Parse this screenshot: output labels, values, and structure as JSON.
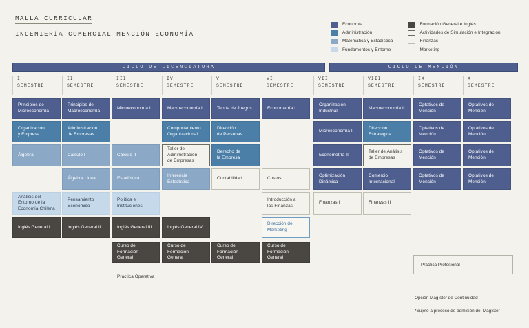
{
  "header": {
    "title_line1": "MALLA CURRICULAR",
    "title_line2": "INGENIERÍA COMERCIAL MENCIÓN ECONOMÍA"
  },
  "legend": {
    "left": [
      {
        "label": "Economía",
        "color": "#4e5e8e",
        "style": "solid"
      },
      {
        "label": "Administración",
        "color": "#4b7fa8",
        "style": "solid"
      },
      {
        "label": "Matemática y Estadística",
        "color": "#8ba9c6",
        "style": "solid"
      },
      {
        "label": "Fundamentos y Entorno",
        "color": "#c6d9ea",
        "style": "solid"
      }
    ],
    "right": [
      {
        "label": "Formación General e Inglés",
        "color": "#4a4742",
        "style": "solid"
      },
      {
        "label": "Actividades de Simulación e Integración",
        "color": "#6e6a60",
        "style": "outline"
      },
      {
        "label": "Finanzas",
        "color": "#c2beb3",
        "style": "outline"
      },
      {
        "label": "Marketing",
        "color": "#6e9ec4",
        "style": "outline"
      }
    ]
  },
  "banners": {
    "licenciatura": "CICLO DE LICENCIATURA",
    "mencion": "CICLO DE MENCIÓN"
  },
  "semesters": [
    {
      "roman": "I",
      "word": "SEMESTRE"
    },
    {
      "roman": "II",
      "word": "SEMESTRE"
    },
    {
      "roman": "III",
      "word": "SEMESTRE"
    },
    {
      "roman": "IV",
      "word": "SEMESTRE"
    },
    {
      "roman": "V",
      "word": "SEMESTRE"
    },
    {
      "roman": "VI",
      "word": "SEMESTRE"
    },
    {
      "roman": "VII",
      "word": "SEMESTRE"
    },
    {
      "roman": "VIII",
      "word": "SEMESTRE"
    },
    {
      "roman": "IX",
      "word": "SEMESTRE"
    },
    {
      "roman": "X",
      "word": "SEMESTRE"
    }
  ],
  "courses": [
    {
      "name": "Principios de\nMicroeconomía",
      "col": 1,
      "row": 1,
      "cat": "econ"
    },
    {
      "name": "Organización\ny Empresa",
      "col": 1,
      "row": 2,
      "cat": "admin"
    },
    {
      "name": "Álgebra",
      "col": 1,
      "row": 3,
      "cat": "mate"
    },
    {
      "name": "Análisis del\nEntorno de la\nEconomía Chilena",
      "col": 1,
      "row": 5,
      "cat": "fund"
    },
    {
      "name": "Inglés General I",
      "col": 1,
      "row": 6,
      "cat": "form"
    },
    {
      "name": "Principios de\nMacroeconomía",
      "col": 2,
      "row": 1,
      "cat": "econ"
    },
    {
      "name": "Administración\nde Empresas",
      "col": 2,
      "row": 2,
      "cat": "admin"
    },
    {
      "name": "Cálculo I",
      "col": 2,
      "row": 3,
      "cat": "mate"
    },
    {
      "name": "Álgebra Lineal",
      "col": 2,
      "row": 4,
      "cat": "mate"
    },
    {
      "name": "Pensamiento\nEconómico",
      "col": 2,
      "row": 5,
      "cat": "fund"
    },
    {
      "name": "Inglés General II",
      "col": 2,
      "row": 6,
      "cat": "form"
    },
    {
      "name": "Microeconomía I",
      "col": 3,
      "row": 1,
      "cat": "econ"
    },
    {
      "name": "Cálculo II",
      "col": 3,
      "row": 3,
      "cat": "mate"
    },
    {
      "name": "Estadística",
      "col": 3,
      "row": 4,
      "cat": "mate"
    },
    {
      "name": "Política e\nInstituciones",
      "col": 3,
      "row": 5,
      "cat": "fund"
    },
    {
      "name": "Inglés General III",
      "col": 3,
      "row": 6,
      "cat": "form"
    },
    {
      "name": "Curso de\nFormación General",
      "col": 3,
      "row": 7,
      "cat": "form"
    },
    {
      "name": "Macroeconomía I",
      "col": 4,
      "row": 1,
      "cat": "econ"
    },
    {
      "name": "Comportamiento\nOrganizacional",
      "col": 4,
      "row": 2,
      "cat": "admin"
    },
    {
      "name": "Taller de\nAdministración\nde Empresas",
      "col": 4,
      "row": 3,
      "cat": "simul"
    },
    {
      "name": "Inferencia\nEstadística",
      "col": 4,
      "row": 4,
      "cat": "mate"
    },
    {
      "name": "Inglés General IV",
      "col": 4,
      "row": 6,
      "cat": "form"
    },
    {
      "name": "Curso de\nFormación General",
      "col": 4,
      "row": 7,
      "cat": "form"
    },
    {
      "name": "Teoría de Juegos",
      "col": 5,
      "row": 1,
      "cat": "econ"
    },
    {
      "name": "Dirección\nde Personas",
      "col": 5,
      "row": 2,
      "cat": "admin"
    },
    {
      "name": "Derecho de\nla Empresa",
      "col": 5,
      "row": 3,
      "cat": "admin"
    },
    {
      "name": "Contabilidad",
      "col": 5,
      "row": 4,
      "cat": "finan"
    },
    {
      "name": "Curso de\nFormación General",
      "col": 5,
      "row": 7,
      "cat": "form"
    },
    {
      "name": "Econometría I",
      "col": 6,
      "row": 1,
      "cat": "econ"
    },
    {
      "name": "Costos",
      "col": 6,
      "row": 4,
      "cat": "finan"
    },
    {
      "name": "Introducción a\nlas Finanzas",
      "col": 6,
      "row": 5,
      "cat": "finan"
    },
    {
      "name": "Dirección de\nMarketing",
      "col": 6,
      "row": 6,
      "cat": "mkt"
    },
    {
      "name": "Curso de\nFormación General",
      "col": 6,
      "row": 7,
      "cat": "form"
    },
    {
      "name": "Organización\nIndustrial",
      "col": 7,
      "row": 1,
      "cat": "econ"
    },
    {
      "name": "Microeconomía II",
      "col": 7,
      "row": 2,
      "cat": "econ"
    },
    {
      "name": "Econometría II",
      "col": 7,
      "row": 3,
      "cat": "econ"
    },
    {
      "name": "Optimización\nDinámica",
      "col": 7,
      "row": 4,
      "cat": "econ"
    },
    {
      "name": "Finanzas I",
      "col": 7,
      "row": 5,
      "cat": "finan"
    },
    {
      "name": "Macroeconomía II",
      "col": 8,
      "row": 1,
      "cat": "econ"
    },
    {
      "name": "Dirección\nEstratégica",
      "col": 8,
      "row": 2,
      "cat": "admin"
    },
    {
      "name": "Taller de Análisis\nde Empresas",
      "col": 8,
      "row": 3,
      "cat": "simul"
    },
    {
      "name": "Comercio\nInternacional",
      "col": 8,
      "row": 4,
      "cat": "econ"
    },
    {
      "name": "Finanzas II",
      "col": 8,
      "row": 5,
      "cat": "finan"
    },
    {
      "name": "Optativos de\nMención",
      "col": 9,
      "row": 1,
      "cat": "econ"
    },
    {
      "name": "Optativos de\nMención",
      "col": 9,
      "row": 2,
      "cat": "econ"
    },
    {
      "name": "Optativos de\nMención",
      "col": 9,
      "row": 3,
      "cat": "econ"
    },
    {
      "name": "Optativos de\nMención",
      "col": 9,
      "row": 4,
      "cat": "econ"
    },
    {
      "name": "Optativos de\nMención",
      "col": 10,
      "row": 1,
      "cat": "econ"
    },
    {
      "name": "Optativos de\nMención",
      "col": 10,
      "row": 2,
      "cat": "econ"
    },
    {
      "name": "Optativos de\nMención",
      "col": 10,
      "row": 3,
      "cat": "econ"
    },
    {
      "name": "Optativos de\nMención",
      "col": 10,
      "row": 4,
      "cat": "econ"
    }
  ],
  "wide_boxes": [
    {
      "name": "Práctica Operativa",
      "col": 3,
      "span": 2,
      "row": 8,
      "cat": "simul"
    }
  ],
  "footer": {
    "practica_profesional": "Práctica Profesional",
    "note_line1": "Opción Magíster de Continuidad",
    "note_line2": "*Sujeto a proceso de admisión del Magíster"
  }
}
